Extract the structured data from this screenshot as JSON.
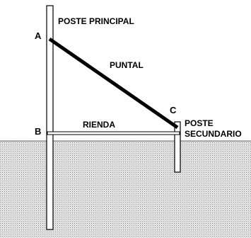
{
  "labels": {
    "poste_principal": "POSTE PRINCIPAL",
    "puntal": "PUNTAL",
    "rienda": "RIENDA",
    "poste_secundario_line1": "POSTE",
    "poste_secundario_line2": "SECUNDARIO"
  },
  "points": {
    "a": "A",
    "b": "B",
    "c": "C"
  },
  "colors": {
    "ground_fill": "#e6e6e6",
    "ground_dots": "#9a9a9a",
    "line": "#000000",
    "background": "#ffffff"
  }
}
